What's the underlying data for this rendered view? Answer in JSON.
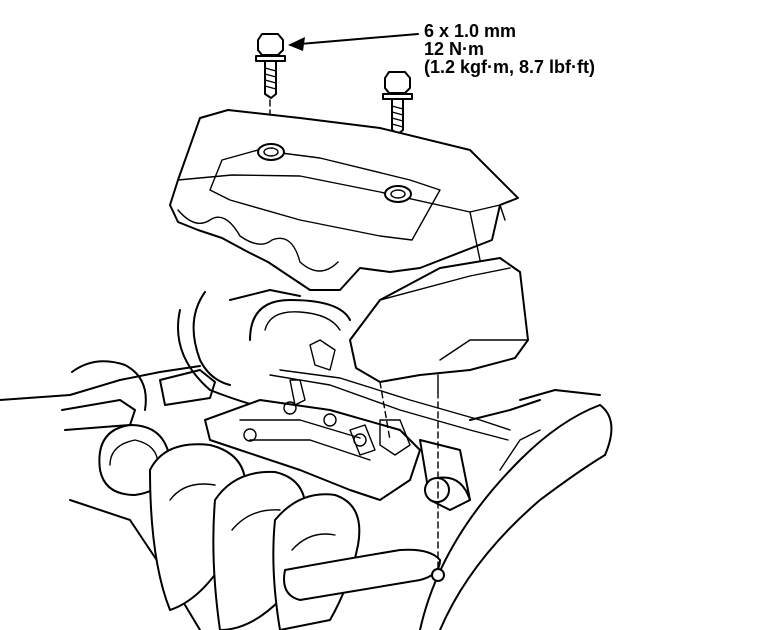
{
  "bolt_spec": {
    "size": "6 x 1.0 mm",
    "torque_nm": "12 N·m",
    "torque_alt": "(1.2 kgf·m, 8.7 lbf·ft)"
  }
}
